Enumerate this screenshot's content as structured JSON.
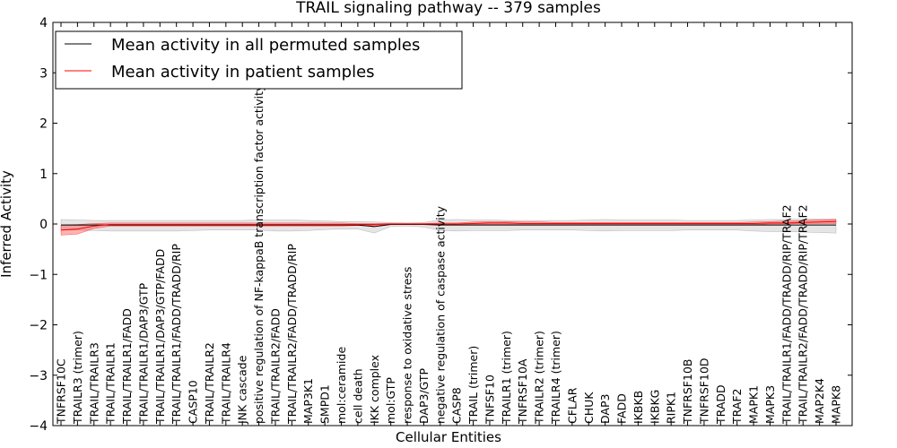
{
  "chart_data": {
    "type": "line",
    "title": "TRAIL signaling pathway -- 379 samples",
    "xlabel": "Cellular Entities",
    "ylabel": "Inferred Activity",
    "ylim": [
      -4,
      4
    ],
    "yticks": [
      -4,
      -3,
      -2,
      -1,
      0,
      1,
      2,
      3,
      4
    ],
    "ytick_labels": [
      "−4",
      "−3",
      "−2",
      "−1",
      "0",
      "1",
      "2",
      "3",
      "4"
    ],
    "grid": false,
    "legend_position": "top-left",
    "categories": [
      "TNFRSF10C",
      "TRAILR3 (trimer)",
      "TRAIL/TRAILR3",
      "TRAIL/TRAILR1",
      "TRAIL/TRAILR1/FADD",
      "TRAIL/TRAILR1/DAP3/GTP",
      "TRAIL/TRAILR1/DAP3/GTP/FADD",
      "TRAIL/TRAILR1/FADD/TRADD/RIP",
      "CASP10",
      "TRAIL/TRAILR2",
      "TRAIL/TRAILR4",
      "JNK cascade",
      "positive regulation of NF-kappaB transcription factor activity",
      "TRAIL/TRAILR2/FADD",
      "TRAIL/TRAILR2/FADD/TRADD/RIP",
      "MAP3K1",
      "SMPD1",
      "mol:ceramide",
      "cell death",
      "IKK complex",
      "mol:GTP",
      "response to oxidative stress",
      "DAP3/GTP",
      "negative regulation of caspase activity",
      "CASP8",
      "TRAIL (trimer)",
      "TNFSF10",
      "TRAILR1 (trimer)",
      "TNFRSF10A",
      "TRAILR2 (trimer)",
      "TRAILR4 (trimer)",
      "CFLAR",
      "CHUK",
      "DAP3",
      "FADD",
      "IKBKB",
      "IKBKG",
      "RIPK1",
      "TNFRSF10B",
      "TNFRSF10D",
      "TRADD",
      "TRAF2",
      "MAPK1",
      "MAPK3",
      "TRAIL/TRAILR1/FADD/TRADD/RIP/TRAF2",
      "TRAIL/TRAILR2/FADD/TRADD/RIP/TRAF2",
      "MAP2K4",
      "MAPK8"
    ],
    "series": [
      {
        "name": "Mean activity in all permuted samples",
        "color": "#000000",
        "values": [
          -0.02,
          -0.02,
          -0.02,
          -0.02,
          -0.02,
          -0.02,
          -0.02,
          -0.02,
          -0.02,
          -0.02,
          -0.02,
          -0.02,
          -0.02,
          -0.02,
          -0.02,
          -0.02,
          -0.02,
          -0.02,
          -0.02,
          -0.05,
          -0.01,
          -0.01,
          -0.01,
          -0.02,
          -0.02,
          -0.02,
          -0.02,
          -0.02,
          -0.02,
          -0.02,
          -0.02,
          -0.02,
          -0.02,
          -0.02,
          -0.02,
          -0.02,
          -0.02,
          -0.02,
          -0.02,
          -0.02,
          -0.02,
          -0.02,
          -0.02,
          -0.02,
          -0.02,
          -0.02,
          -0.02,
          -0.02
        ],
        "lower": [
          -0.12,
          -0.12,
          -0.13,
          -0.14,
          -0.14,
          -0.14,
          -0.14,
          -0.14,
          -0.13,
          -0.12,
          -0.12,
          -0.12,
          -0.12,
          -0.14,
          -0.14,
          -0.13,
          -0.11,
          -0.1,
          -0.1,
          -0.18,
          -0.05,
          -0.04,
          -0.06,
          -0.13,
          -0.14,
          -0.13,
          -0.13,
          -0.13,
          -0.12,
          -0.12,
          -0.12,
          -0.12,
          -0.13,
          -0.14,
          -0.13,
          -0.13,
          -0.13,
          -0.13,
          -0.12,
          -0.12,
          -0.12,
          -0.12,
          -0.14,
          -0.15,
          -0.15,
          -0.16,
          -0.17,
          -0.18
        ],
        "upper": [
          0.09,
          0.08,
          0.07,
          0.07,
          0.07,
          0.07,
          0.07,
          0.07,
          0.07,
          0.07,
          0.07,
          0.07,
          0.08,
          0.08,
          0.08,
          0.07,
          0.06,
          0.05,
          0.05,
          0.04,
          0.03,
          0.02,
          0.03,
          0.08,
          0.09,
          0.08,
          0.08,
          0.07,
          0.07,
          0.07,
          0.07,
          0.07,
          0.08,
          0.09,
          0.08,
          0.08,
          0.08,
          0.08,
          0.07,
          0.07,
          0.07,
          0.07,
          0.08,
          0.09,
          0.09,
          0.1,
          0.1,
          0.1
        ]
      },
      {
        "name": "Mean activity in patient samples",
        "color": "#ff0000",
        "values": [
          -0.12,
          -0.1,
          -0.04,
          -0.01,
          -0.01,
          -0.01,
          -0.01,
          -0.01,
          -0.01,
          -0.01,
          -0.01,
          -0.01,
          -0.01,
          -0.01,
          -0.01,
          -0.01,
          -0.01,
          -0.01,
          -0.01,
          -0.01,
          0.0,
          0.0,
          0.0,
          0.0,
          0.0,
          0.01,
          0.02,
          0.02,
          0.01,
          0.01,
          0.01,
          0.01,
          0.01,
          0.01,
          0.01,
          0.01,
          0.01,
          0.01,
          0.01,
          0.01,
          0.01,
          0.01,
          0.01,
          0.02,
          0.02,
          0.03,
          0.04,
          0.05
        ],
        "lower": [
          -0.22,
          -0.2,
          -0.09,
          -0.04,
          -0.04,
          -0.04,
          -0.04,
          -0.04,
          -0.04,
          -0.04,
          -0.04,
          -0.04,
          -0.04,
          -0.04,
          -0.04,
          -0.04,
          -0.04,
          -0.04,
          -0.03,
          -0.03,
          -0.01,
          -0.01,
          -0.01,
          -0.02,
          -0.02,
          -0.01,
          -0.01,
          -0.01,
          -0.01,
          -0.01,
          -0.01,
          -0.01,
          -0.01,
          -0.01,
          -0.01,
          -0.01,
          -0.01,
          -0.01,
          -0.01,
          -0.01,
          -0.01,
          -0.01,
          -0.01,
          0.0,
          0.0,
          0.01,
          0.01,
          0.01
        ],
        "upper": [
          -0.02,
          -0.01,
          0.01,
          0.02,
          0.02,
          0.02,
          0.02,
          0.02,
          0.02,
          0.02,
          0.02,
          0.02,
          0.02,
          0.02,
          0.02,
          0.02,
          0.02,
          0.02,
          0.01,
          0.01,
          0.01,
          0.01,
          0.01,
          0.02,
          0.02,
          0.04,
          0.05,
          0.05,
          0.04,
          0.04,
          0.03,
          0.03,
          0.03,
          0.03,
          0.03,
          0.03,
          0.03,
          0.03,
          0.03,
          0.03,
          0.03,
          0.03,
          0.04,
          0.05,
          0.06,
          0.07,
          0.08,
          0.09
        ]
      }
    ]
  }
}
